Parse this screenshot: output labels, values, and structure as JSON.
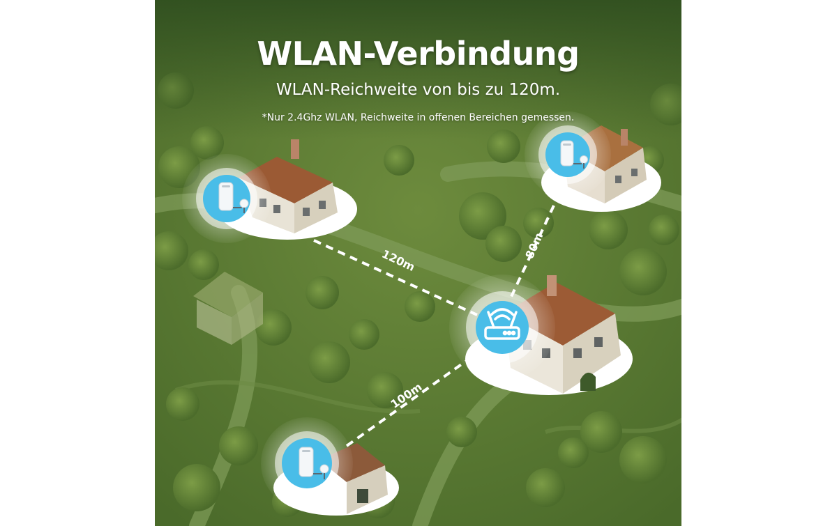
{
  "header": {
    "title": "WLAN-Verbindung",
    "subtitle": "WLAN-Reichweite von bis zu 120m.",
    "note": "*Nur 2.4Ghz WLAN, Reichweite in offenen Bereichen gemessen."
  },
  "links": [
    {
      "label": "120m"
    },
    {
      "label": "80m"
    },
    {
      "label": "100m"
    }
  ],
  "colors": {
    "background": "#5f7f32",
    "device_badge": "#49bde8",
    "link_line": "#ffffff"
  },
  "icons": {
    "router": "router-icon",
    "extender": "wifi-extender-icon"
  }
}
